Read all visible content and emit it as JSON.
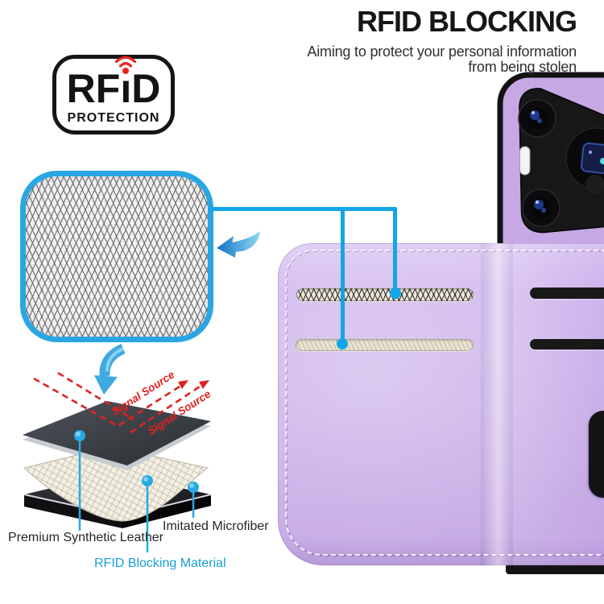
{
  "header": {
    "title": "RFID BLOCKING",
    "subtitle_line1": "Aiming to protect your personal information",
    "subtitle_line2": "from being stolen"
  },
  "badge": {
    "brand_prefix": "RF",
    "brand_i": "ı",
    "brand_suffix": "D",
    "label": "PROTECTION"
  },
  "diagram": {
    "signal_label_1": "Signal Source",
    "signal_label_2": "Signal Source",
    "layer_top_label": "Premium Synthetic Leather",
    "layer_middle_label": "RFID Blocking Material",
    "layer_bottom_label": "Imitated Microfiber"
  },
  "palette": {
    "accent_blue": "#14a5e9",
    "signal_red": "#e02222",
    "case_purple": "#ccb2e9",
    "material_label_blue": "#1a9fd9",
    "title_black": "#161616"
  },
  "icons": {
    "wifi_signal_icon": "red signal arcs with dot",
    "down_arrow_icon": "blue curved arrow pointing down",
    "swoosh_arrow_icon": "blue curved arrow pointing left"
  }
}
